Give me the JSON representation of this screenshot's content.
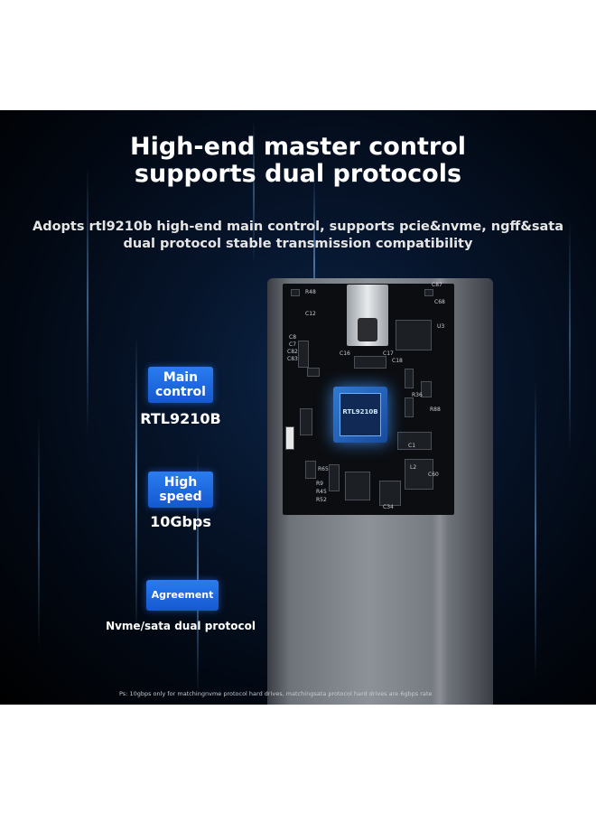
{
  "headline": {
    "line1": "High-end master control",
    "line2": "supports dual protocols"
  },
  "subline": {
    "line1": "Adopts rtl9210b high-end main control, supports pcie&nvme, ngff&sata",
    "line2": "dual protocol stable transmission compatibility"
  },
  "features": [
    {
      "badge": "Main control",
      "value": "RTL9210B"
    },
    {
      "badge": "High speed",
      "value": "10Gbps"
    },
    {
      "badge": "Agreement",
      "value": "Nvme/sata dual protocol"
    }
  ],
  "chip": {
    "label": "RTL9210B"
  },
  "pcb_labels": [
    "R48",
    "C87",
    "C68",
    "U3",
    "C12",
    "C8",
    "C7",
    "C82",
    "C83",
    "C16",
    "C17",
    "C18",
    "R36",
    "R88",
    "C1",
    "L2",
    "C60",
    "R65",
    "R9",
    "R45",
    "R52",
    "C34"
  ],
  "footnote": "Ps: 10gbps only for matchingnvme protocol hard drives, matchingsata protocol hard drives are 6gbps rate",
  "colors": {
    "background": "#020812",
    "badge": "#1f6ae0",
    "text": "#ffffff"
  }
}
